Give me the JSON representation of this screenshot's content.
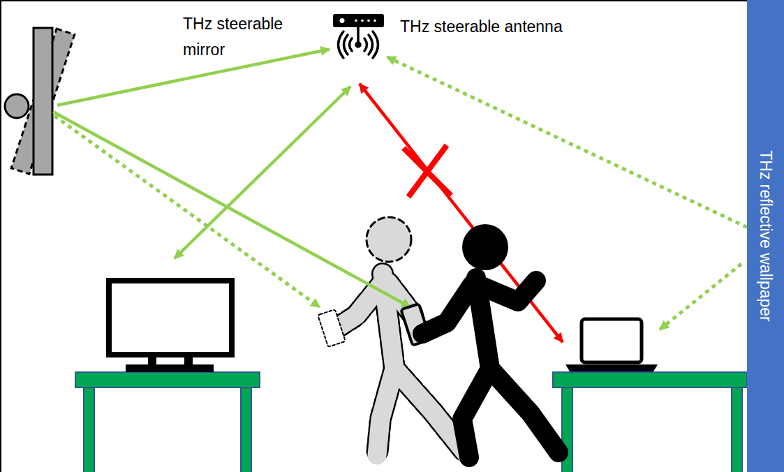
{
  "diagram": {
    "nodes": [
      {
        "text": [
          "THz steerable mirror"
        ]
      },
      {
        "text": [
          "THz steerable antenna"
        ]
      },
      {
        "text": [
          "THz reflective wallpaper"
        ]
      }
    ],
    "edges": [
      {
        "from": 0,
        "to": 1,
        "arrow": "to"
      },
      {
        "from": 2,
        "to": 1,
        "arrow": "to"
      }
    ]
  }
}
